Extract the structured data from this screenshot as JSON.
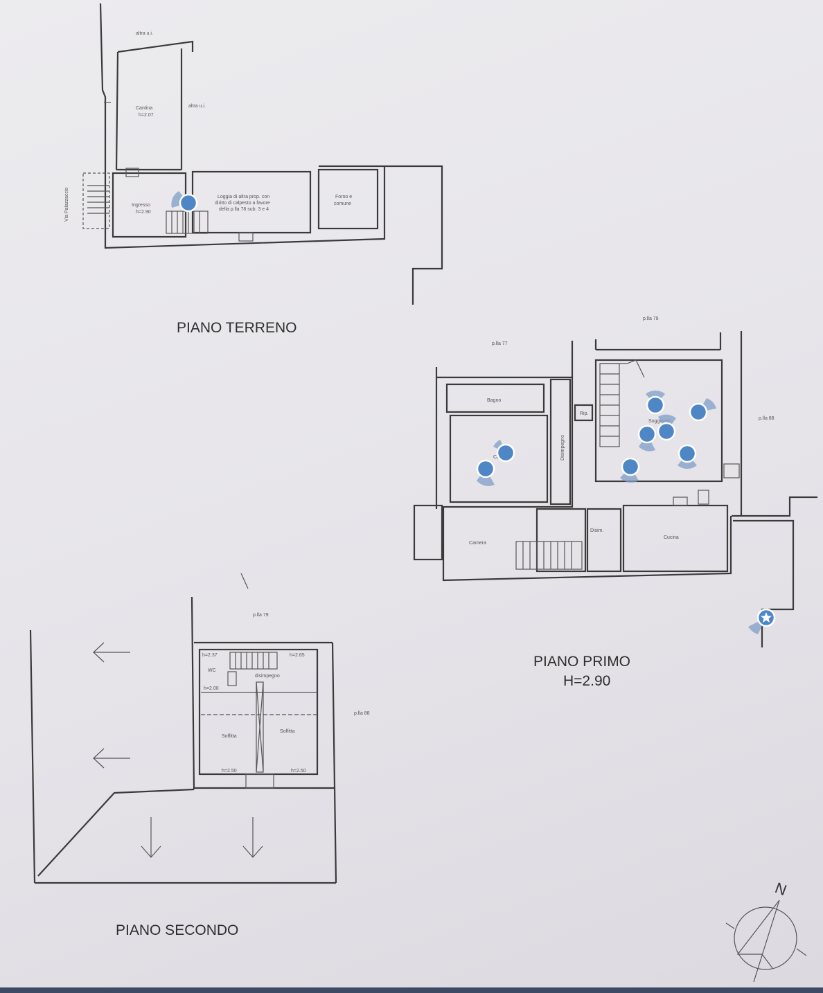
{
  "floors": {
    "ground": {
      "title": "PIANO TERRENO",
      "labels": {
        "altro_top": "altra u.i.",
        "altro_side": "altra u.i.",
        "cantina": "Cantina",
        "cantina_h": "h=2.07",
        "ingresso": "Ingresso",
        "ingresso_h": "h=2.90",
        "loggia": "Loggia di altra prop. con",
        "loggia_2": "diritto di calpesto a favore",
        "loggia_3": "della p.lla 78 sub. 3 e 4",
        "forno": "Forno e",
        "forno_2": "comune",
        "via": "Via Palazzaccio"
      }
    },
    "first": {
      "title": "PIANO PRIMO",
      "height": "H=2.90",
      "labels": {
        "p77": "p.lla 77",
        "p79": "p.lla 79",
        "p88": "p.lla 88",
        "bagno": "Bagno",
        "camera": "Camera",
        "rip": "Rip.",
        "disimpegno": "Disimpegno",
        "soggiorno": "Soggiorno",
        "disim": "Disim.",
        "cucina": "Cucina",
        "camera2": "Camera"
      }
    },
    "second": {
      "title": "PIANO SECONDO",
      "labels": {
        "p79": "p.lla 79",
        "p88": "p.lla 88",
        "wc": "WC",
        "disimpegno": "disimpegno",
        "soffitta1": "Soffitta",
        "soffitta2": "Soffitta",
        "h1": "h=2.37",
        "h2": "h=2.65",
        "h3": "h=2.00",
        "h4": "h=2.50",
        "h5": "h=2.50"
      }
    }
  },
  "compass": {
    "north_label": "N"
  },
  "colors": {
    "marker": "#4f86c6",
    "marker_border": "#ffffff",
    "cone": "#7f9ec7",
    "wall": "#3a3a3a"
  }
}
